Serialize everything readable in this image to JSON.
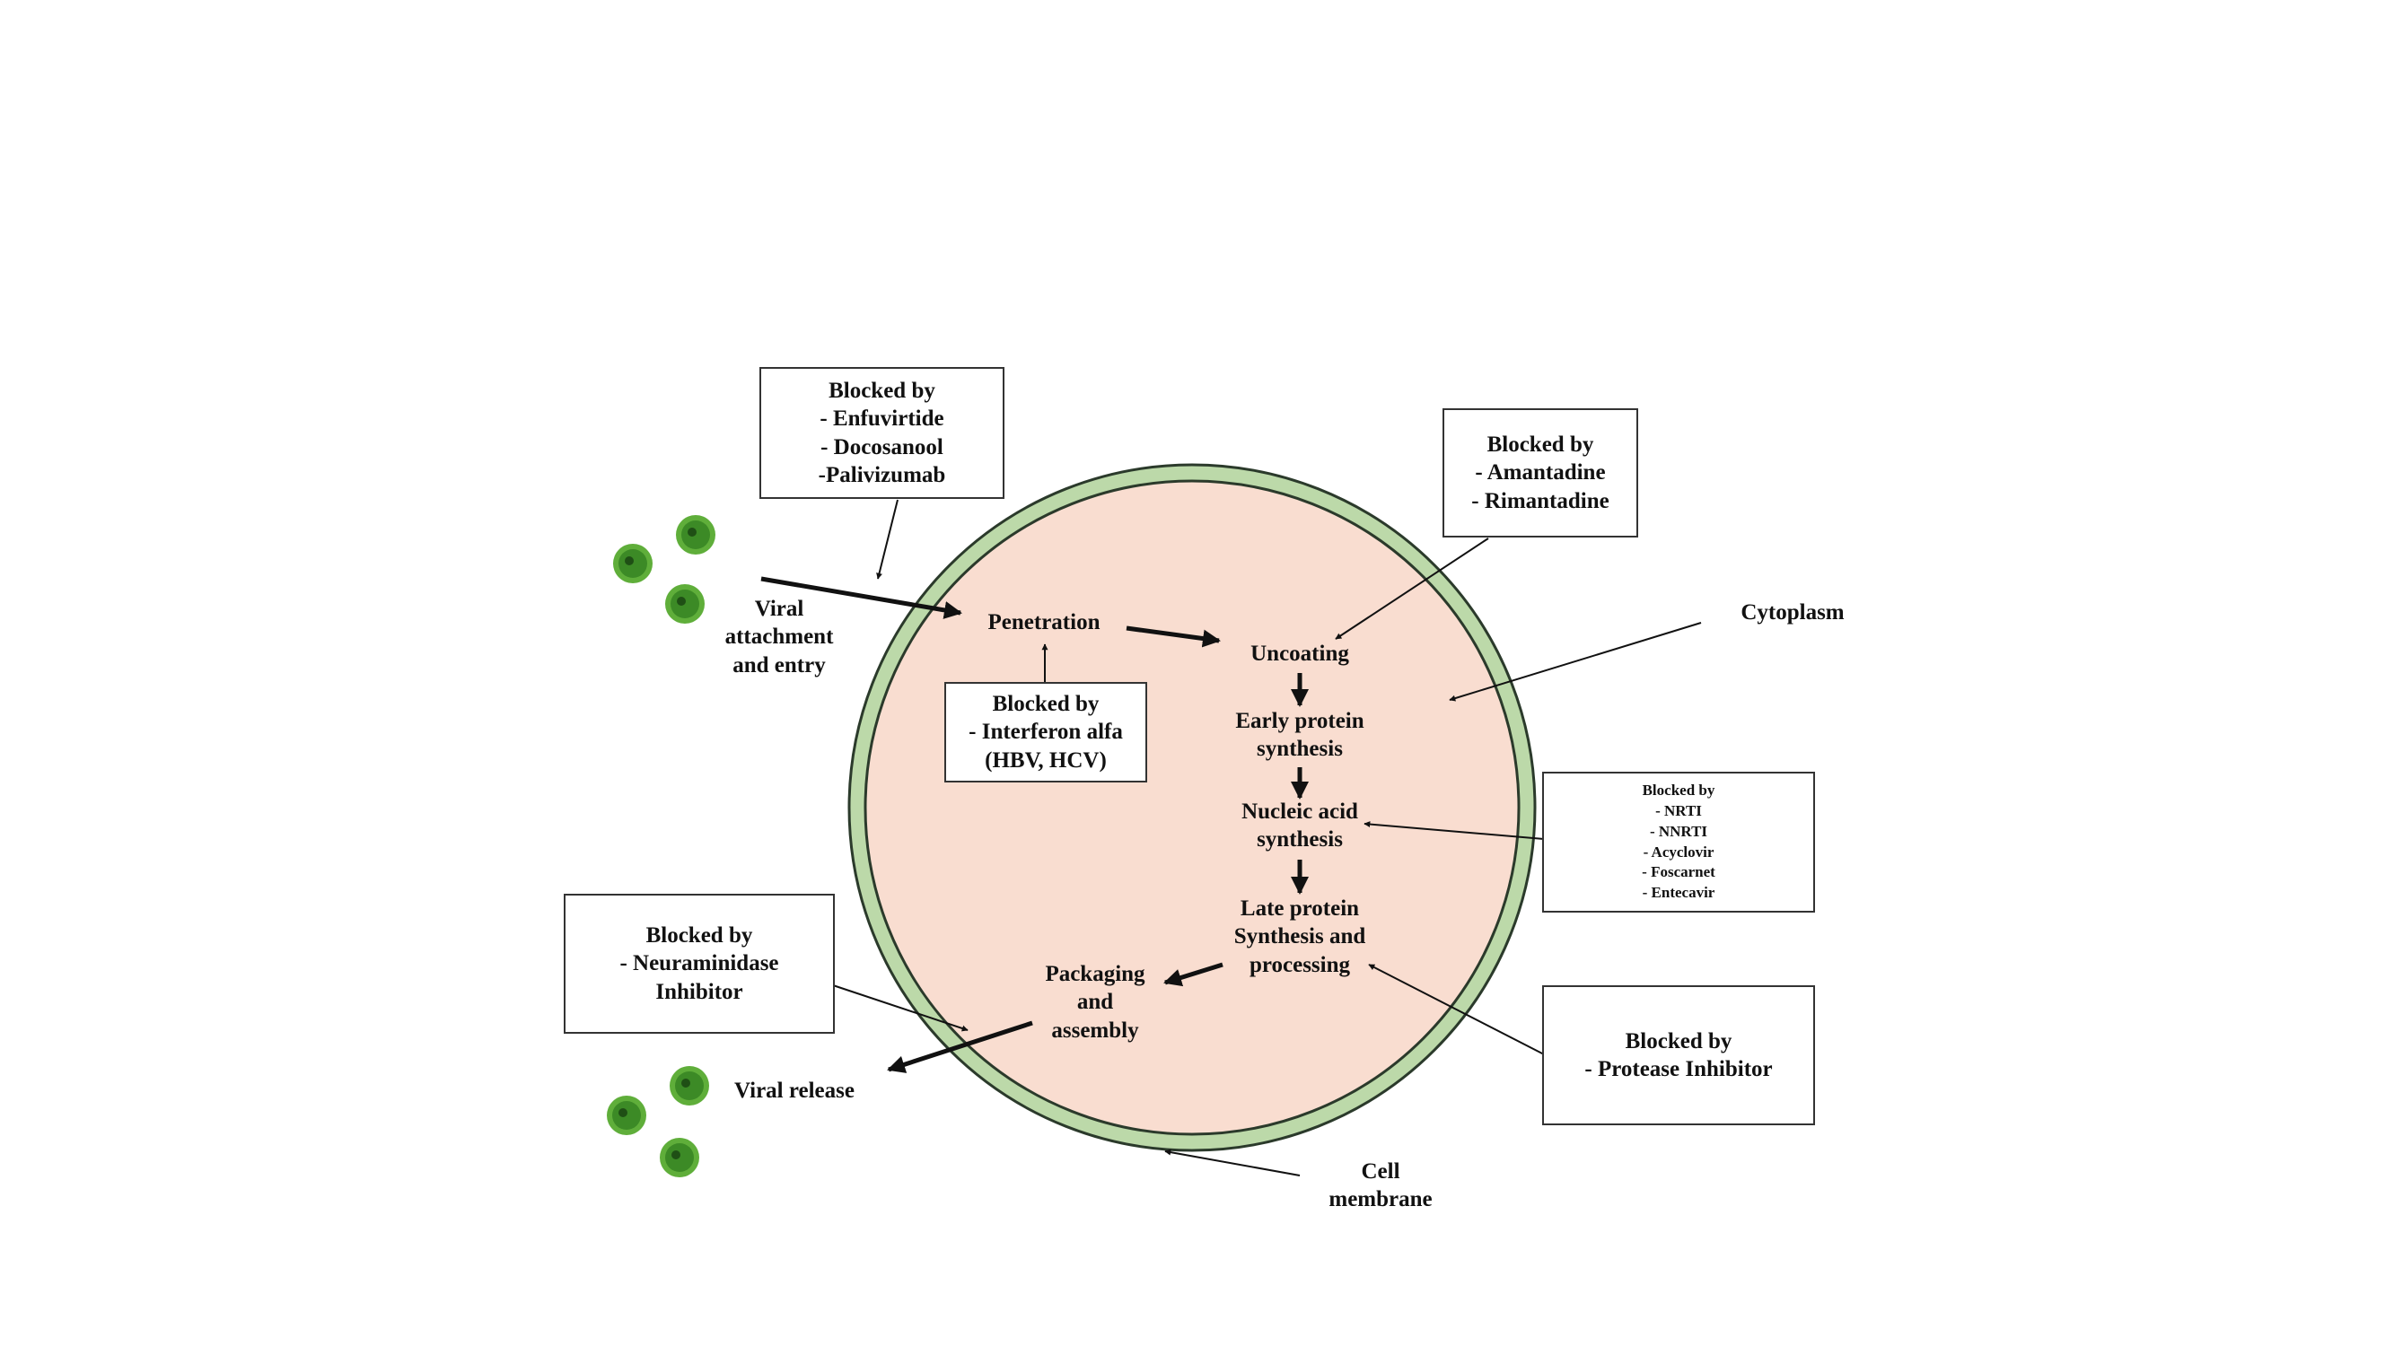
{
  "colors": {
    "cytoplasm_fill": "#f9ddd0",
    "membrane_fill": "#bcd9a9",
    "membrane_stroke": "#2b3a2b",
    "virus_green": "#3f9a2c",
    "arrow": "#111111"
  },
  "steps": {
    "viral_attachment": "Viral\nattachment\nand entry",
    "penetration": "Penetration",
    "uncoating": "Uncoating",
    "early_protein": "Early protein\nsynthesis",
    "nucleic_acid": "Nucleic acid\nsynthesis",
    "late_protein": "Late protein\nSynthesis and\nprocessing",
    "packaging": "Packaging\nand\nassembly",
    "viral_release": "Viral release"
  },
  "regions": {
    "cytoplasm": "Cytoplasm",
    "cell_membrane": "Cell\nmembrane"
  },
  "inhibitor_boxes": {
    "entry": "Blocked by\n- Enfuvirtide\n- Docosanool\n-Palivizumab",
    "uncoating": "Blocked by\n- Amantadine\n- Rimantadine",
    "penetration": "Blocked by\n- Interferon alfa\n(HBV, HCV)",
    "nucleic_acid": "Blocked by\n- NRTI\n- NNRTI\n- Acyclovir\n- Foscarnet\n- Entecavir",
    "release": "Blocked by\n- Neuraminidase\nInhibitor",
    "protein_processing": "Blocked by\n- Protease Inhibitor"
  },
  "icons": {
    "virus": "virus-particle-icon"
  }
}
